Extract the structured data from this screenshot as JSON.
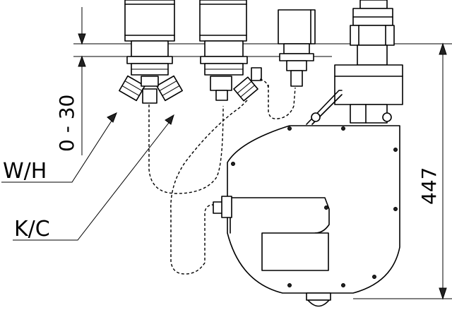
{
  "labels": {
    "wh": "W/H",
    "kc": "K/C",
    "range": "0 - 30",
    "height": "447"
  }
}
